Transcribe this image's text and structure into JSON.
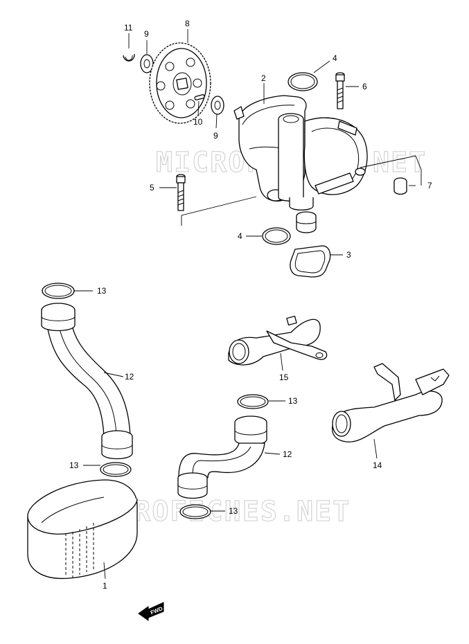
{
  "watermark": {
    "top": "MICROFICHES.NET",
    "bottom": "MICROFICHES.NET"
  },
  "fwd_arrow": {
    "label": "FWD",
    "icon": "fwd-arrow-icon"
  },
  "callouts": [
    {
      "id": "c11",
      "text": "11"
    },
    {
      "id": "c9a",
      "text": "9"
    },
    {
      "id": "c8",
      "text": "8"
    },
    {
      "id": "c2",
      "text": "2"
    },
    {
      "id": "c4a",
      "text": "4"
    },
    {
      "id": "c6",
      "text": "6"
    },
    {
      "id": "c10",
      "text": "10"
    },
    {
      "id": "c9b",
      "text": "9"
    },
    {
      "id": "c7",
      "text": "7"
    },
    {
      "id": "c5",
      "text": "5"
    },
    {
      "id": "c4b",
      "text": "4"
    },
    {
      "id": "c3",
      "text": "3"
    },
    {
      "id": "c13a",
      "text": "13"
    },
    {
      "id": "c12a",
      "text": "12"
    },
    {
      "id": "c13b",
      "text": "13"
    },
    {
      "id": "c15",
      "text": "15"
    },
    {
      "id": "c13c",
      "text": "13"
    },
    {
      "id": "c12b",
      "text": "12"
    },
    {
      "id": "c13d",
      "text": "13"
    },
    {
      "id": "c14",
      "text": "14"
    },
    {
      "id": "c1",
      "text": "1"
    }
  ]
}
